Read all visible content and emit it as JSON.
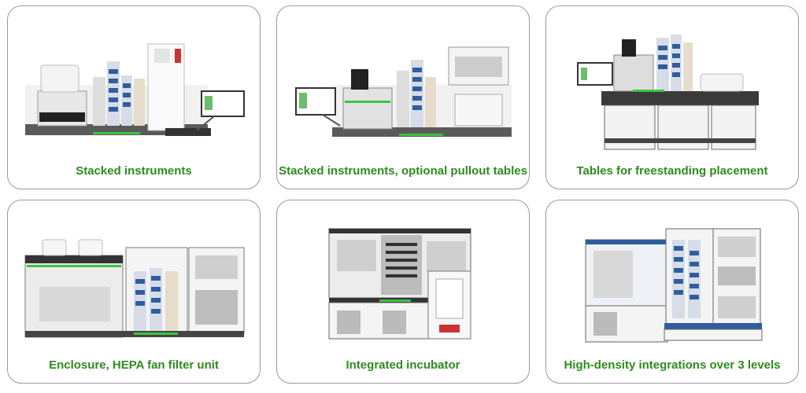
{
  "accent_color": "#2e8b1f",
  "cards": [
    {
      "caption": "Stacked instruments",
      "illustration": "stacked-instruments-render"
    },
    {
      "caption": "Stacked instruments, optional pullout tables",
      "illustration": "pullout-tables-render"
    },
    {
      "caption": "Tables for freestanding placement",
      "illustration": "freestanding-tables-render"
    },
    {
      "caption": "Enclosure, HEPA fan filter unit",
      "illustration": "enclosure-hepa-render"
    },
    {
      "caption": "Integrated incubator",
      "illustration": "integrated-incubator-render"
    },
    {
      "caption": "High-density integrations over 3 levels",
      "illustration": "high-density-render"
    }
  ]
}
